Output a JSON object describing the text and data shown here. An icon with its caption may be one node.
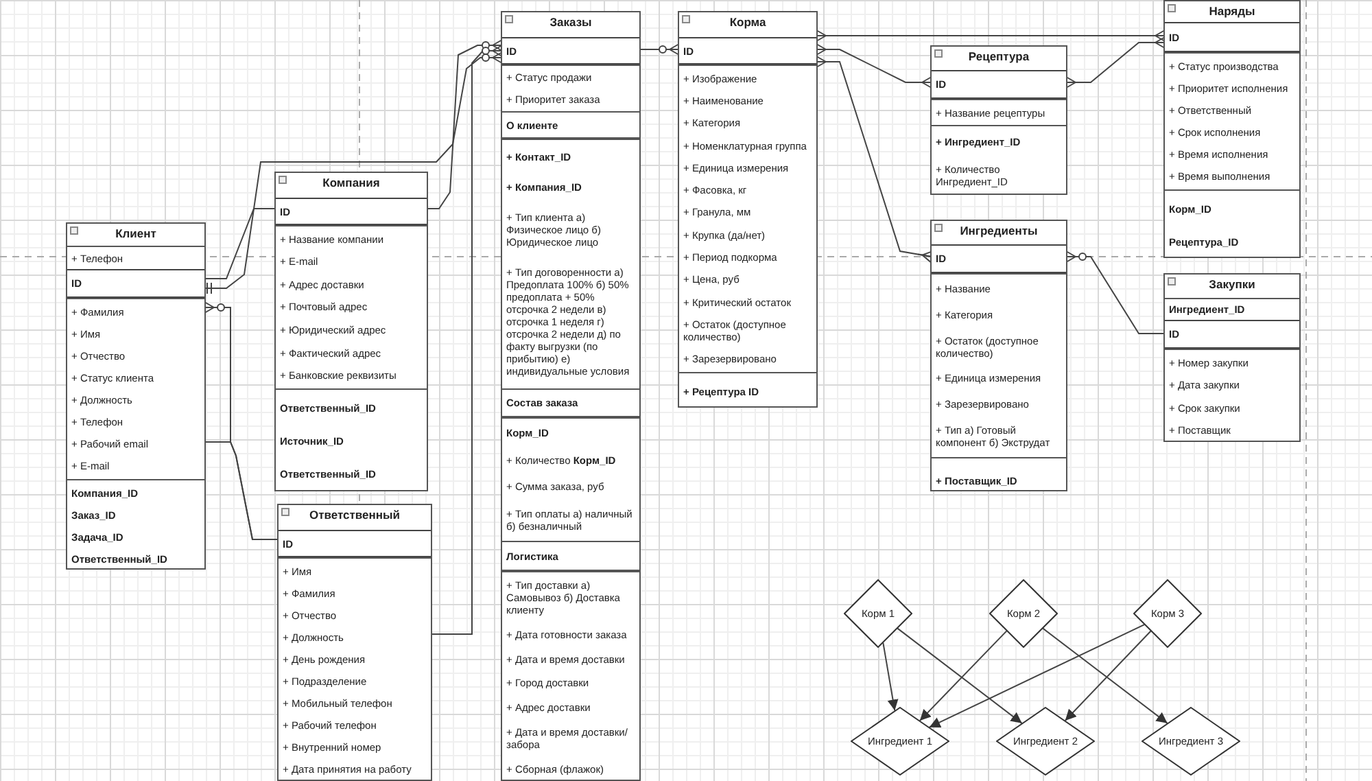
{
  "diagram": {
    "nodes": [
      {
        "text": [
          "Клиент"
        ]
      },
      {
        "text": [
          "+ Телефон"
        ],
        "in": 0
      },
      {
        "text": [
          "ID"
        ],
        "in": 0
      },
      {
        "text": [
          "+ Фамилия",
          "+ Имя",
          "+ Отчество",
          "+ Статус клиента",
          "+ Должность",
          "+ Телефон",
          "+ Рабочий email",
          "+ E-mail"
        ],
        "in": 0
      },
      {
        "text": [
          "Компания_ID",
          "Заказ_ID",
          "Задача_ID",
          "Ответственный_ID"
        ],
        "in": 0
      },
      {
        "text": [
          "Компания"
        ]
      },
      {
        "text": [
          "ID"
        ],
        "in": 5
      },
      {
        "text": [
          "+ Название компании",
          "+ E-mail",
          "+ Адрес доставки",
          "+ Почтовый адрес",
          "+ Юридический адрес",
          "+ Фактический адрес",
          "+ Банковские реквизиты"
        ],
        "in": 5
      },
      {
        "text": [
          "Ответственный_ID",
          "Источник_ID",
          "Ответственный_ID"
        ],
        "in": 5
      },
      {
        "text": [
          "Ответственный"
        ]
      },
      {
        "text": [
          "ID"
        ],
        "in": 9
      },
      {
        "text": [
          "+ Имя",
          "+ Фамилия",
          "+ Отчество",
          "+ Должность",
          "+ День рождения",
          "+ Подразделение",
          "+ Мобильный телефон",
          "+ Рабочий телефон",
          "+ Внутренний номер",
          "+ Дата принятия на работу"
        ],
        "in": 9
      },
      {
        "text": [
          "Заказы"
        ]
      },
      {
        "text": [
          "ID"
        ],
        "in": 12
      },
      {
        "text": [
          "+ Статус продажи",
          "+ Приоритет заказа"
        ],
        "in": 12
      },
      {
        "text": [
          "О клиенте"
        ],
        "in": 12
      },
      {
        "text": [
          "+ Контакт_ID",
          "+ Компания_ID",
          "+ Тип клиента а) Физическое лицо б) Юридическое лицо",
          "+ Тип договоренности а) Предоплата 100% б) 50% предоплата + 50% отсрочка 2 недели в) отсрочка 1 неделя г) отсрочка 2 недели д) по факту выгрузки (по прибытию) е) индивидуальные условия"
        ],
        "in": 12
      },
      {
        "text": [
          "Состав заказа"
        ],
        "in": 12
      },
      {
        "text": [
          "Корм_ID",
          "+ Количество **Корм_ID**",
          "+ Сумма заказа, руб",
          "+ Тип оплаты а) наличный б) безналичный"
        ],
        "in": 12
      },
      {
        "text": [
          "Логистика"
        ],
        "in": 12
      },
      {
        "text": [
          "+ Тип доставки а) Самовывоз б) Доставка клиенту",
          "+ Дата готовности заказа",
          "+ Дата и время доставки",
          "+ Город доставки",
          "+ Адрес доставки",
          "+ Дата и время доставки/забора",
          "+ Сборная (флажок)"
        ],
        "in": 12
      },
      {
        "text": [
          "Корма"
        ]
      },
      {
        "text": [
          "ID"
        ],
        "in": 21
      },
      {
        "text": [
          "+ Изображение",
          "+ Наименование",
          "+ Категория",
          "+ Номенклатурная группа",
          "+ Единица измерения",
          "+ Фасовка, кг",
          "+ Гранула, мм",
          "+ Крупка (да/нет)",
          "+ Период подкорма",
          "+ Цена, руб",
          "+ Критический остаток",
          "+ Остаток (доступное количество)",
          "+ Зарезервировано"
        ],
        "in": 21
      },
      {
        "text": [
          "+ Рецептура ID"
        ],
        "in": 21
      },
      {
        "text": [
          "Рецептура"
        ]
      },
      {
        "text": [
          "ID"
        ],
        "in": 25
      },
      {
        "text": [
          "+ Название рецептуры"
        ],
        "in": 25
      },
      {
        "text": [
          "+ Ингредиент_ID",
          "+ Количество Ингредиент_ID"
        ],
        "in": 25
      },
      {
        "text": [
          "Ингредиенты"
        ]
      },
      {
        "text": [
          "ID"
        ],
        "in": 29
      },
      {
        "text": [
          "+ Название",
          "+ Категория",
          "+ Остаток (доступное количество)",
          "+ Единица измерения",
          "+ Зарезервировано",
          "+ Тип а) Готовый компонент б) Экструдат"
        ],
        "in": 29
      },
      {
        "text": [
          "+ Поставщик_ID"
        ],
        "in": 29
      },
      {
        "text": [
          "Наряды"
        ]
      },
      {
        "text": [
          "ID"
        ],
        "in": 33
      },
      {
        "text": [
          "+ Статус производства",
          "+ Приоритет исполнения",
          "+ Ответственный",
          "+ Срок исполнения",
          "+ Время исполнения",
          "+ Время выполнения"
        ],
        "in": 33
      },
      {
        "text": [
          "Корм_ID",
          "Рецептура_ID"
        ],
        "in": 33
      },
      {
        "text": [
          "Закупки"
        ]
      },
      {
        "text": [
          "Ингредиент_ID"
        ],
        "in": 37
      },
      {
        "text": [
          "ID"
        ],
        "in": 37
      },
      {
        "text": [
          "+ Номер закупки",
          "+ Дата закупки",
          "+ Срок закупки",
          "+ Поставщик"
        ],
        "in": 37
      },
      {
        "text": [
          "Корм 1"
        ]
      },
      {
        "text": [
          "Корм 2"
        ]
      },
      {
        "text": [
          "Корм 3"
        ]
      },
      {
        "text": [
          "Ингредиент 1"
        ]
      },
      {
        "text": [
          "Ингредиент 2"
        ]
      },
      {
        "text": [
          "Ингредиент 3"
        ]
      }
    ],
    "edges": [
      {
        "from": 2,
        "to": 6,
        "arrow": "none"
      },
      {
        "from": 2,
        "to": 13,
        "arrow": "other"
      },
      {
        "from": 6,
        "to": 13,
        "arrow": "other"
      },
      {
        "from": 3,
        "to": 10,
        "arrow": "other"
      },
      {
        "from": 3,
        "to": 10,
        "arrow": "none"
      },
      {
        "from": 11,
        "to": 13,
        "arrow": "other"
      },
      {
        "from": 13,
        "to": 22,
        "arrow": "other"
      },
      {
        "from": 22,
        "to": 34,
        "arrow": "other"
      },
      {
        "from": 22,
        "to": 26,
        "arrow": "other"
      },
      {
        "from": 22,
        "to": 30,
        "arrow": "other"
      },
      {
        "from": 26,
        "to": 34,
        "arrow": "other"
      },
      {
        "from": 30,
        "to": 39,
        "arrow": "other"
      },
      {
        "from": 41,
        "to": 44,
        "arrow": "to"
      },
      {
        "from": 41,
        "to": 45,
        "arrow": "to"
      },
      {
        "from": 42,
        "to": 44,
        "arrow": "to"
      },
      {
        "from": 42,
        "to": 46,
        "arrow": "to"
      },
      {
        "from": 43,
        "to": 44,
        "arrow": "to"
      },
      {
        "from": 43,
        "to": 45,
        "arrow": "to"
      }
    ]
  }
}
